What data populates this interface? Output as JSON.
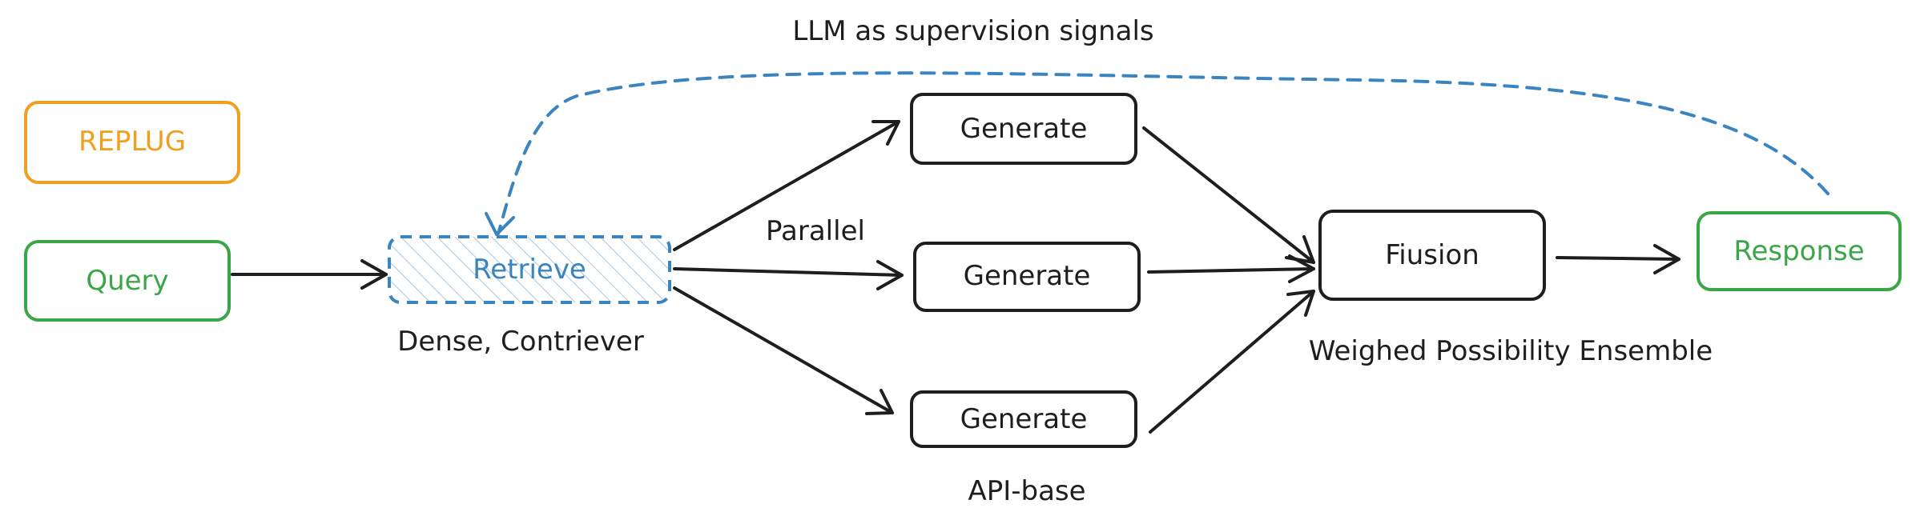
{
  "colors": {
    "ink": "#1e1e1e",
    "orange": "#f0a020",
    "green": "#3aa648",
    "blue": "#3a84c0",
    "background": "#ffffff"
  },
  "nodes": {
    "replug": "REPLUG",
    "query": "Query",
    "retrieve": "Retrieve",
    "generate_top": "Generate",
    "generate_mid": "Generate",
    "generate_bottom": "Generate",
    "fusion": "Fiusion",
    "response": "Response"
  },
  "labels": {
    "feedback": "LLM as supervision signals",
    "parallel": "Parallel",
    "retriever": "Dense, Contriever",
    "ensemble": "Weighed Possibility Ensemble",
    "api": "API-base"
  }
}
